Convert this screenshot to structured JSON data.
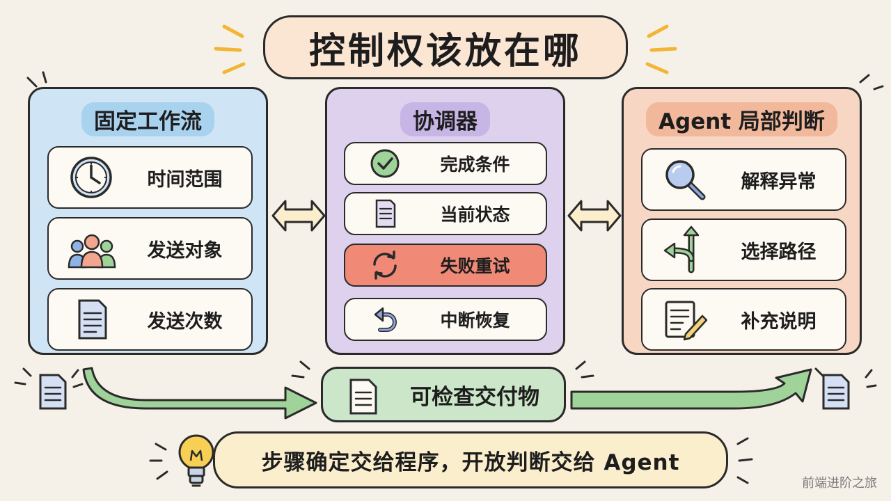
{
  "title": "控制权该放在哪",
  "panels": {
    "left": {
      "heading": "固定工作流",
      "items": [
        {
          "label": "时间范围",
          "icon": "clock-icon"
        },
        {
          "label": "发送对象",
          "icon": "people-icon"
        },
        {
          "label": "发送次数",
          "icon": "document-icon"
        }
      ]
    },
    "middle": {
      "heading": "协调器",
      "items": [
        {
          "label": "完成条件",
          "icon": "check-circle-icon"
        },
        {
          "label": "当前状态",
          "icon": "document-icon"
        },
        {
          "label": "失败重试",
          "icon": "refresh-icon"
        },
        {
          "label": "中断恢复",
          "icon": "undo-icon"
        }
      ]
    },
    "right": {
      "heading": "Agent 局部判断",
      "items": [
        {
          "label": "解释异常",
          "icon": "magnifier-icon"
        },
        {
          "label": "选择路径",
          "icon": "fork-arrow-icon"
        },
        {
          "label": "补充说明",
          "icon": "note-pencil-icon"
        }
      ]
    }
  },
  "deliverable": {
    "label": "可检查交付物",
    "icon": "document-icon"
  },
  "footer": {
    "label": "步骤确定交给程序，开放判断交给 Agent",
    "icon": "lightbulb-icon"
  },
  "watermark": "前端进阶之旅",
  "colors": {
    "background": "#f6f1e8",
    "left_panel": "#cfe5f6",
    "middle_panel": "#ddd1ee",
    "right_panel": "#f7d6c4",
    "highlight": "#f08a76",
    "deliverable": "#cbe6c8",
    "footer": "#fbeecd",
    "title": "#fbe6d3"
  }
}
